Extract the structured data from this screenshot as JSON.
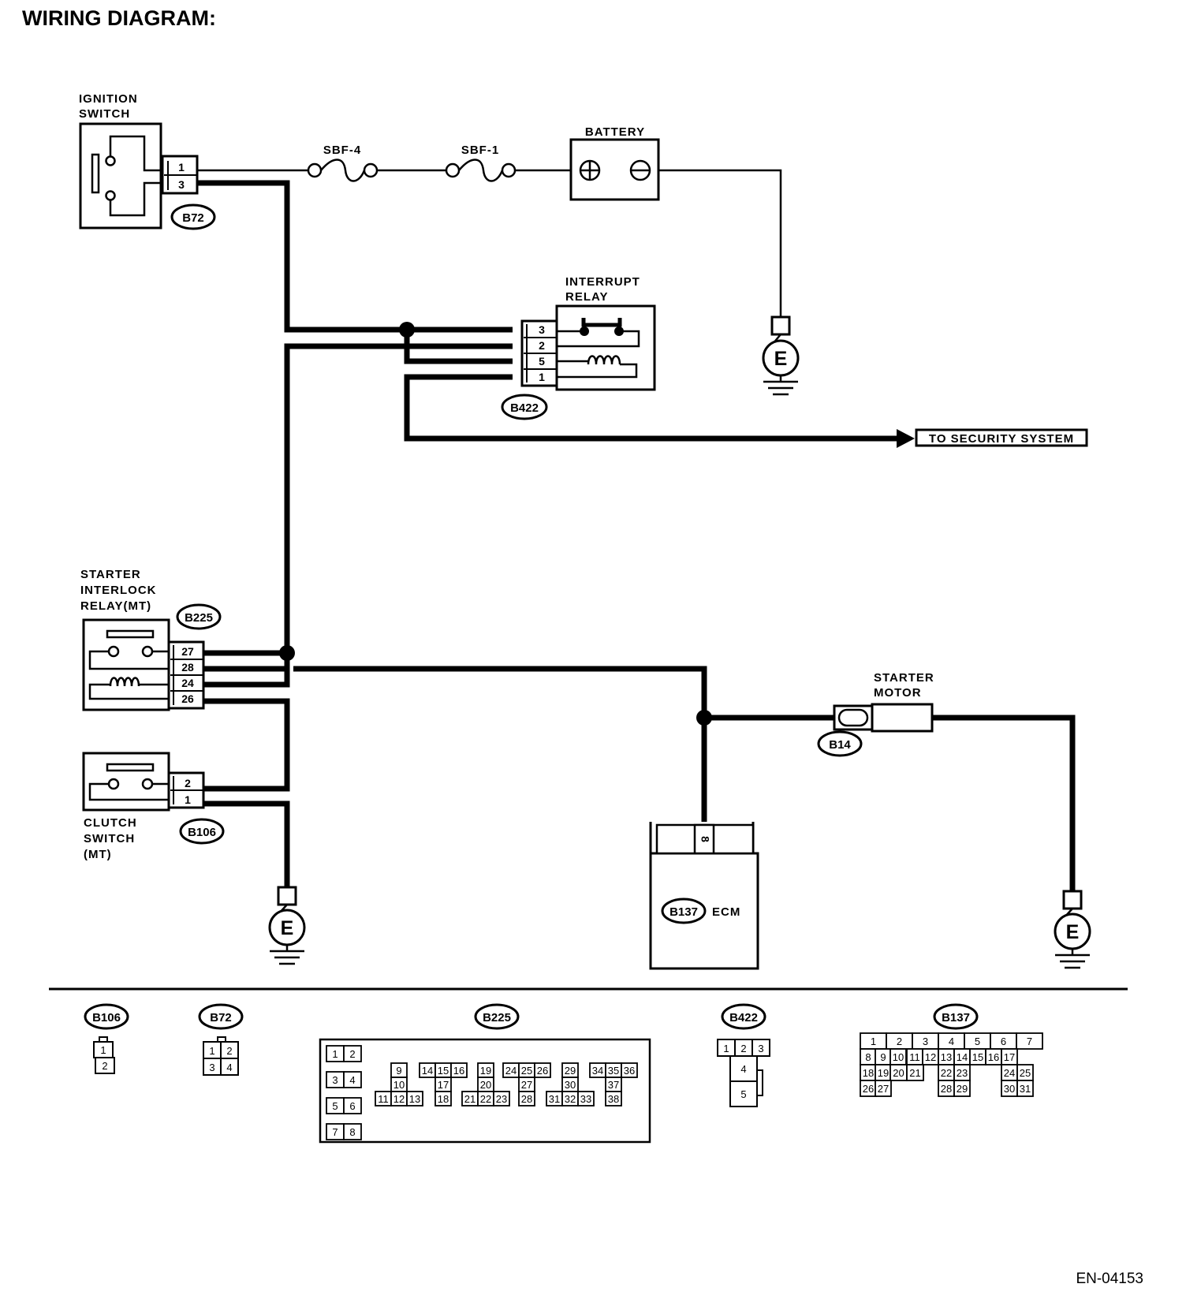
{
  "title": "WIRING DIAGRAM:",
  "figure_id": "EN-04153",
  "components": {
    "ignition_switch": "IGNITION\nSWITCH",
    "battery": "BATTERY",
    "fuse_sbf4": "SBF-4",
    "fuse_sbf1": "SBF-1",
    "interrupt_relay": "INTERRUPT\nRELAY",
    "starter_interlock_relay": "STARTER\nINTERLOCK\nRELAY(MT)",
    "clutch_switch": "CLUTCH\nSWITCH\n(MT)",
    "starter_motor": "STARTER\nMOTOR",
    "ecm": "ECM",
    "to_security": "TO SECURITY SYSTEM",
    "ground": "E"
  },
  "connectors": {
    "b72": "B72",
    "b422": "B422",
    "b225": "B225",
    "b106": "B106",
    "b14": "B14",
    "b137": "B137"
  },
  "pins": {
    "b72": [
      "1",
      "3"
    ],
    "b422": [
      "3",
      "2",
      "5",
      "1"
    ],
    "b225": [
      "27",
      "28",
      "24",
      "26"
    ],
    "b106": [
      "2",
      "1"
    ],
    "ecm_pin": "8"
  },
  "connector_faces": {
    "b106": [
      [
        "1"
      ],
      [
        "2"
      ]
    ],
    "b72": [
      [
        "1",
        "2"
      ],
      [
        "3",
        "4"
      ]
    ],
    "b422": [
      [
        "1",
        "2",
        "3"
      ],
      [
        "4"
      ],
      [
        "5"
      ]
    ],
    "b225": {
      "left": [
        [
          "1",
          "2"
        ],
        [
          "3",
          "4"
        ],
        [
          "5",
          "6"
        ],
        [
          "7",
          "8"
        ]
      ],
      "top": [
        "9",
        "14",
        "15",
        "16",
        "19",
        "24",
        "25",
        "26",
        "29",
        "34",
        "35",
        "36"
      ],
      "mid": [
        "10",
        "17",
        "20",
        "27",
        "30",
        "37"
      ],
      "bot": [
        "11",
        "12",
        "13",
        "18",
        "21",
        "22",
        "23",
        "28",
        "31",
        "32",
        "33",
        "38"
      ]
    },
    "b137": [
      [
        "1",
        "2",
        "3",
        "4",
        "5",
        "6",
        "7"
      ],
      [
        "8",
        "9",
        "10",
        "11",
        "12",
        "13",
        "14",
        "15",
        "16",
        "17"
      ],
      [
        "18",
        "19",
        "20",
        "21",
        "22",
        "23",
        "24",
        "25"
      ],
      [
        "26",
        "27",
        "28",
        "29",
        "30",
        "31"
      ]
    ]
  }
}
